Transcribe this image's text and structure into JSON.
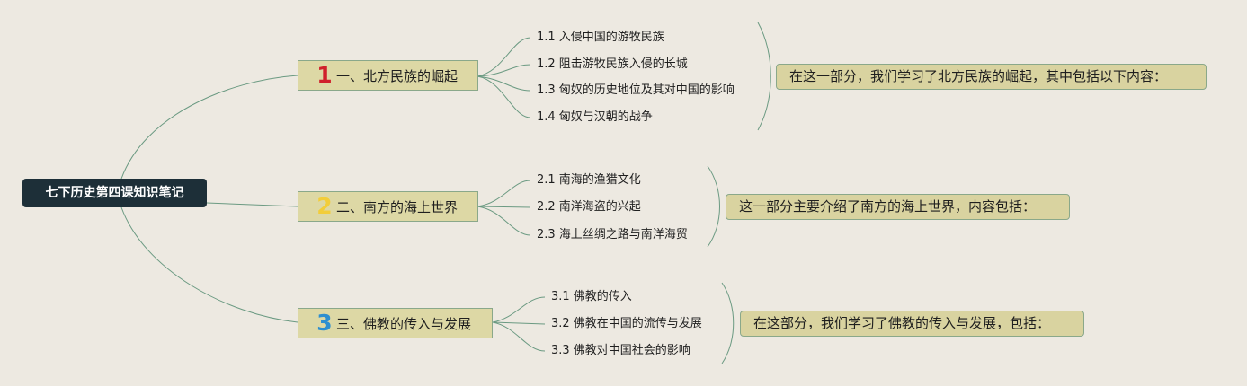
{
  "root": {
    "label": "七下历史第四课知识笔记"
  },
  "topics": [
    {
      "number": "1",
      "number_color": "#d0202c",
      "title": "一、北方民族的崛起",
      "subtopics": [
        "1.1 入侵中国的游牧民族",
        "1.2 阻击游牧民族入侵的长城",
        "1.3 匈奴的历史地位及其对中国的影响",
        "1.4 匈奴与汉朝的战争"
      ],
      "summary": "在这一部分，我们学习了北方民族的崛起，其中包括以下内容："
    },
    {
      "number": "2",
      "number_color": "#f2cd3a",
      "title": "二、南方的海上世界",
      "subtopics": [
        "2.1 南海的渔猎文化",
        "2.2 南洋海盗的兴起",
        "2.3 海上丝绸之路与南洋海贸"
      ],
      "summary": "这一部分主要介绍了南方的海上世界，内容包括："
    },
    {
      "number": "3",
      "number_color": "#2e8fd0",
      "title": "三、佛教的传入与发展",
      "subtopics": [
        "3.1 佛教的传入",
        "3.2 佛教在中国的流传与发展",
        "3.3 佛教对中国社会的影响"
      ],
      "summary": "在这部分，我们学习了佛教的传入与发展，包括："
    }
  ]
}
